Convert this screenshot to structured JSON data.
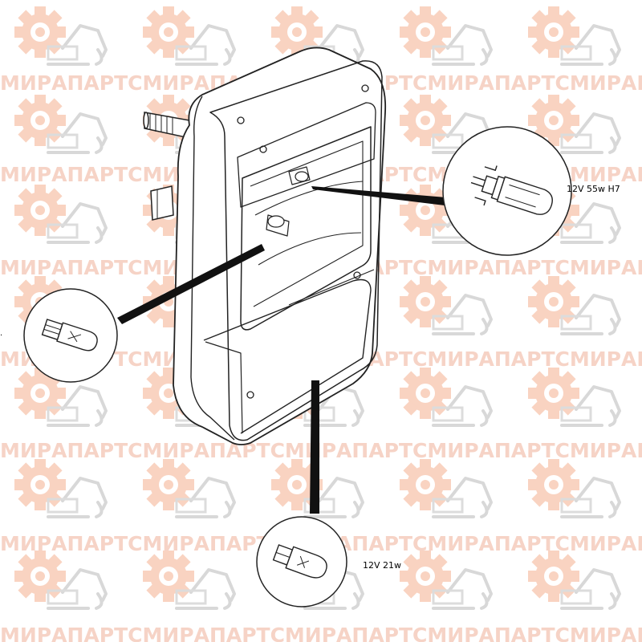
{
  "watermark": {
    "text": "МИРАПАРТСМИРАПАРТСМИРАПАРТСМИРАПАРТСМИРАПАРТС",
    "color": "#f8d2c2",
    "logo_icon": "gear-excavator-logo-icon"
  },
  "callouts": {
    "headlamp_bulb": {
      "label": "12V 55w H7",
      "icon": "h7-halogen-bulb-icon"
    },
    "position_bulb": {
      "label": "",
      "icon": "small-bayonet-bulb-icon"
    },
    "stop_bulb": {
      "label": "12V 21w",
      "icon": "bayonet-bulb-icon"
    }
  },
  "main_part": {
    "icon": "rectangular-work-lamp-icon"
  }
}
